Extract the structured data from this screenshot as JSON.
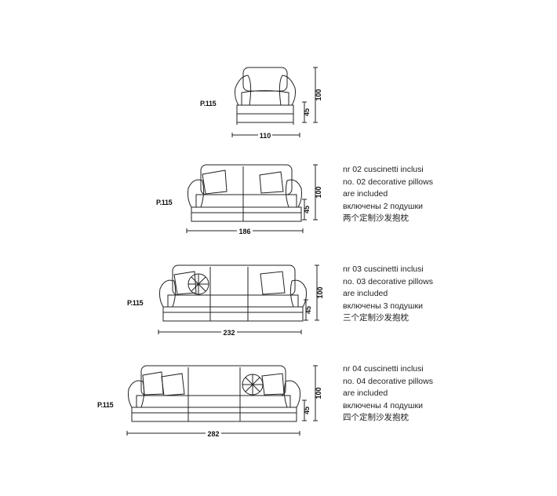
{
  "items": [
    {
      "id": "armchair",
      "code": "P.115",
      "width_label": "110",
      "height_total": "100",
      "height_seat": "45",
      "notes": []
    },
    {
      "id": "sofa-2",
      "code": "P.115",
      "width_label": "186",
      "height_total": "100",
      "height_seat": "45",
      "notes": [
        "nr 02 cuscinetti inclusi",
        "no. 02 decorative pillows",
        "are included",
        "включены 2 подушки",
        "两个定制沙发抱枕"
      ]
    },
    {
      "id": "sofa-3",
      "code": "P.115",
      "width_label": "232",
      "height_total": "100",
      "height_seat": "45",
      "notes": [
        "nr 03 cuscinetti inclusi",
        "no. 03 decorative pillows",
        "are included",
        "включены 3 подушки",
        "三个定制沙发抱枕"
      ]
    },
    {
      "id": "sofa-4",
      "code": "P.115",
      "width_label": "282",
      "height_total": "100",
      "height_seat": "45",
      "notes": [
        "nr 04 cuscinetti inclusi",
        "no. 04 decorative pillows",
        "are included",
        "включены 4 подушки",
        "四个定制沙发抱枕"
      ]
    }
  ]
}
